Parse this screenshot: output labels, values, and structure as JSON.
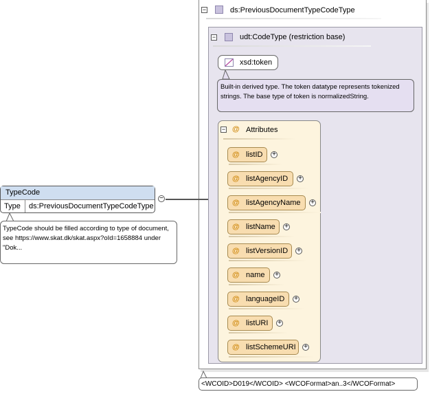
{
  "complex_type": {
    "name": "ds:PreviousDocumentTypeCodeType",
    "collapse_glyph": "−",
    "icon": "complex-type-icon"
  },
  "restriction": {
    "label": "udt:CodeType (restriction base)",
    "collapse_glyph": "−",
    "icon": "complex-type-icon"
  },
  "base_type": {
    "name": "xsd:token",
    "icon": "simple-type-icon",
    "description": "Built-in derived type. The token datatype represents tokenized strings. The base type of token is normalizedString."
  },
  "attributes": {
    "title": "Attributes",
    "collapse_glyph": "−",
    "at_glyph": "@",
    "expand_glyph": "+",
    "items": [
      {
        "name": "listID"
      },
      {
        "name": "listAgencyID"
      },
      {
        "name": "listAgencyName"
      },
      {
        "name": "listName"
      },
      {
        "name": "listVersionID"
      },
      {
        "name": "name"
      },
      {
        "name": "languageID"
      },
      {
        "name": "listURI"
      },
      {
        "name": "listSchemeURI"
      }
    ]
  },
  "element": {
    "name": "TypeCode",
    "type_label": "Type",
    "type_value": "ds:PreviousDocumentTypeCodeType",
    "collapse_glyph": "−",
    "documentation": "TypeCode should be filled according to type of document, see https://www.skat.dk/skat.aspx?oId=1658884 under \"Dok..."
  },
  "footer_note": "<WCOID>D019</WCOID> <WCOFormat>an..3</WCOFormat>",
  "colors": {
    "element_header": "#cfdef0",
    "restriction_bg": "#e7e4ee",
    "attribute_fill": "#f8ddb0",
    "attribute_group_bg": "#fdf4de",
    "at_sign": "#d08a10"
  }
}
